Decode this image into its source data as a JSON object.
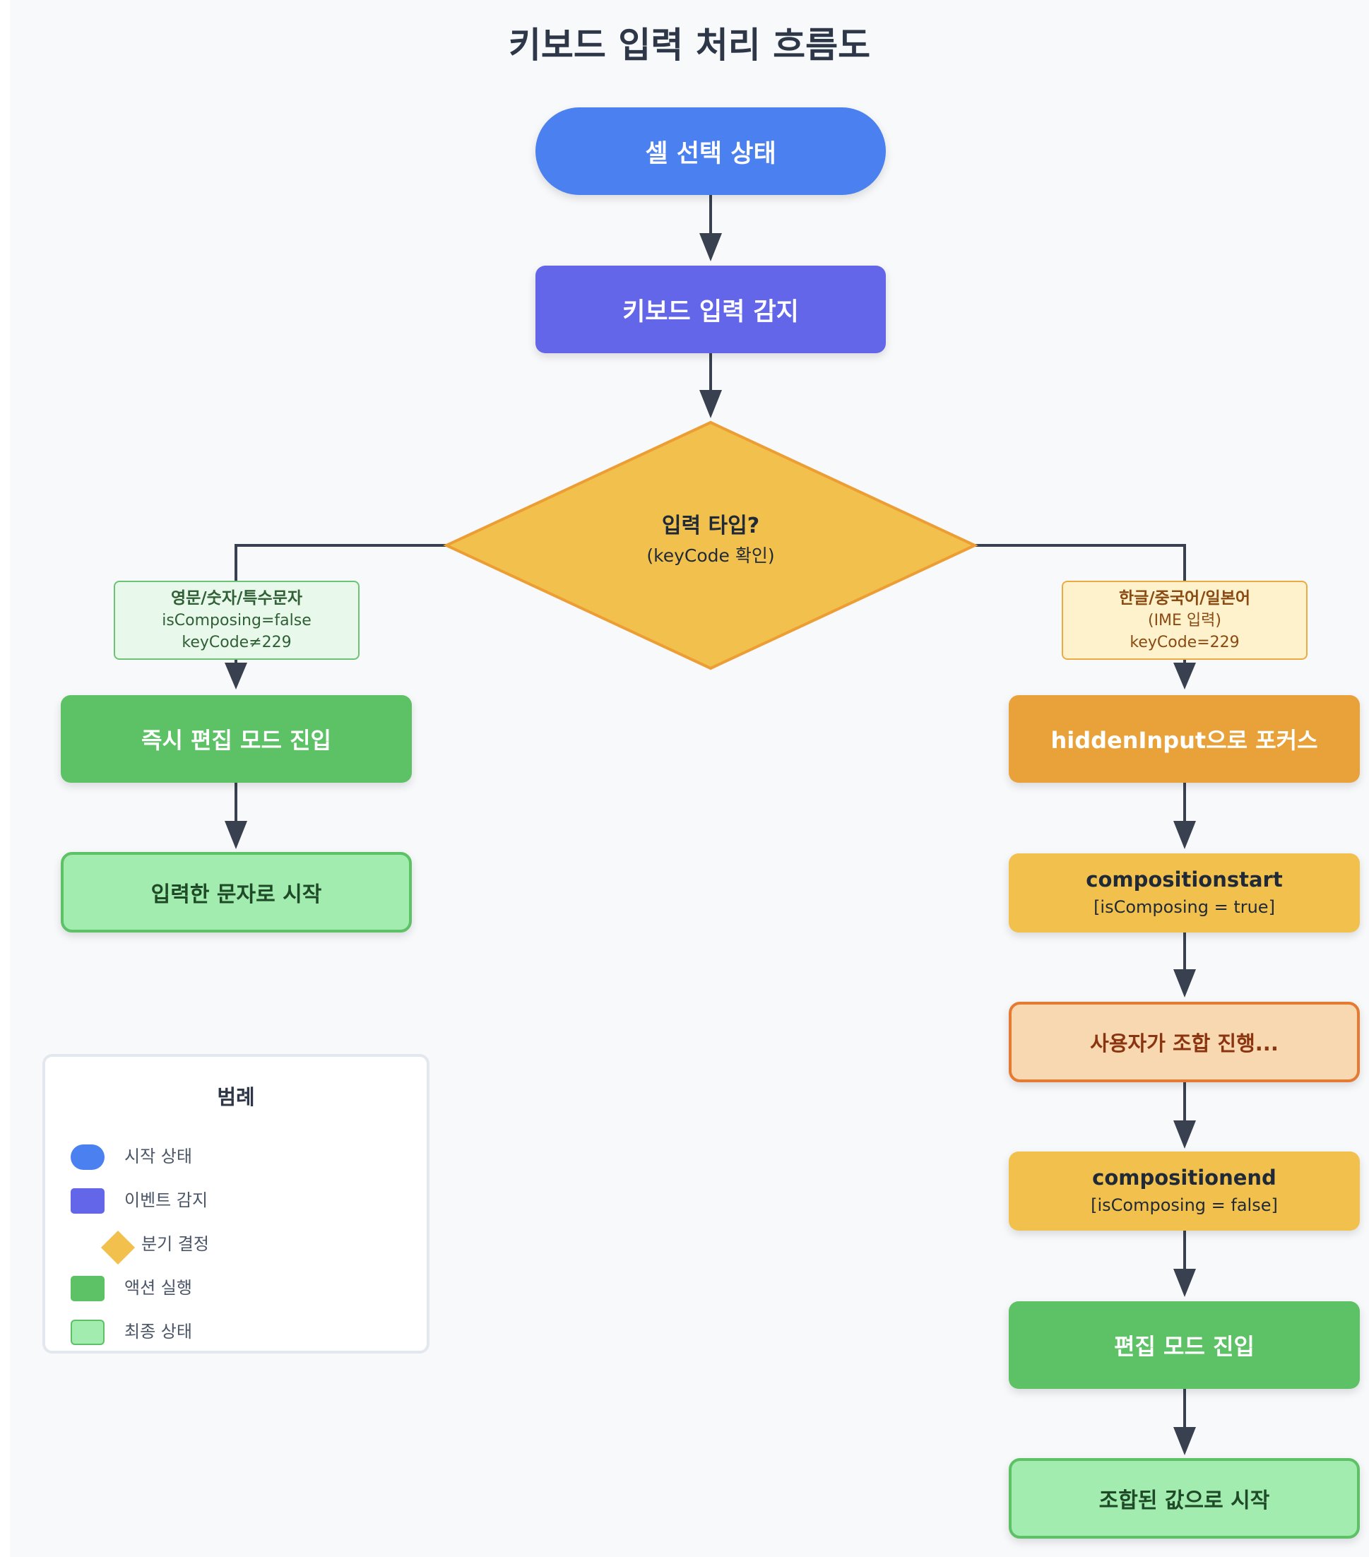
{
  "title": "키보드 입력 처리 흐름도",
  "colors": {
    "start": "#4a80ef",
    "event": "#6366e9",
    "decision": "#f2c04c",
    "action": "#5dc166",
    "final": "#a2ecb0",
    "focus": "#e9a23a",
    "composing": "#f8d8b0",
    "edge": "#394150"
  },
  "nodes": {
    "start": "셀 선택 상태",
    "detect": "키보드 입력 감지",
    "decision": {
      "main": "입력 타입?",
      "sub": "(keyCode 확인)"
    },
    "left": {
      "condition": {
        "title": "영문/숫자/특수문자",
        "line1": "isComposing=false",
        "line2": "keyCode≠229"
      },
      "action": "즉시 편집 모드 진입",
      "final": "입력한 문자로 시작"
    },
    "right": {
      "condition": {
        "title": "한글/중국어/일본어",
        "line1": "(IME 입력)",
        "line2": "keyCode=229"
      },
      "focus": "hiddenInput으로 포커스",
      "composition_start": {
        "main": "compositionstart",
        "sub": "[isComposing = true]"
      },
      "composing": "사용자가 조합 진행...",
      "composition_end": {
        "main": "compositionend",
        "sub": "[isComposing = false]"
      },
      "edit": "편집 모드 진입",
      "final": "조합된 값으로 시작"
    }
  },
  "legend": {
    "title": "범례",
    "items": [
      {
        "icon": "rounded-pill",
        "label": "시작 상태"
      },
      {
        "icon": "rounded-rect",
        "label": "이벤트 감지"
      },
      {
        "icon": "diamond",
        "label": "분기 결정"
      },
      {
        "icon": "rect",
        "label": "액션 실행"
      },
      {
        "icon": "outlined-rect",
        "label": "최종 상태"
      }
    ]
  }
}
